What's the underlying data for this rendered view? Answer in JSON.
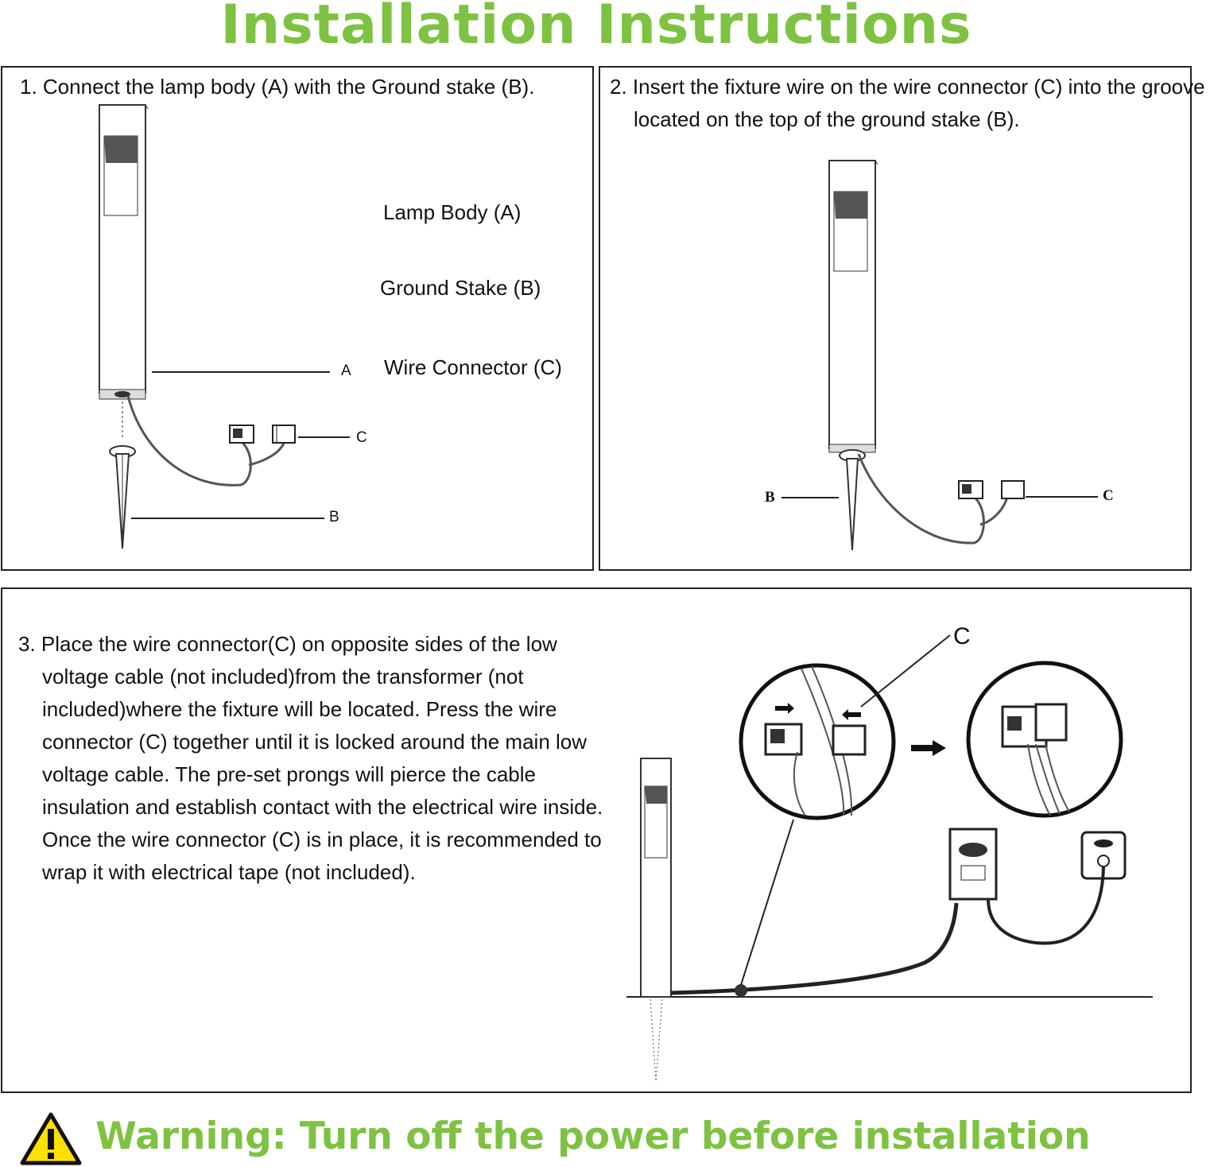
{
  "title": "Installation Instructions",
  "steps": [
    {
      "text": "1. Connect the lamp body (A) with the Ground stake (B).",
      "labels": {
        "lamp_body": "Lamp Body (A)",
        "ground_stake": "Ground Stake (B)",
        "wire_connector": "Wire Connector (C)",
        "a": "A",
        "b": "B",
        "c": "C"
      }
    },
    {
      "text": "2. Insert the fixture wire on the wire connector (C) into the groove located on the top of the ground stake (B).",
      "labels": {
        "b": "B",
        "c": "C"
      }
    },
    {
      "text": "3. Place the wire connector(C) on opposite sides of the low voltage cable (not included)from the transformer (not included)where the fixture will be located. Press the wire connector (C) together until it is locked around the main low voltage cable. The pre-set prongs will pierce the cable insulation and establish contact with the electrical wire inside. Once the wire connector (C) is in place, it is recommended to wrap it with electrical tape (not included).",
      "labels": {
        "c": "C"
      }
    }
  ],
  "warning": {
    "icon": "warning-triangle-icon",
    "text": "Warning: Turn off the power before installation"
  },
  "colors": {
    "accent": "#7dc241",
    "border": "#222222"
  }
}
